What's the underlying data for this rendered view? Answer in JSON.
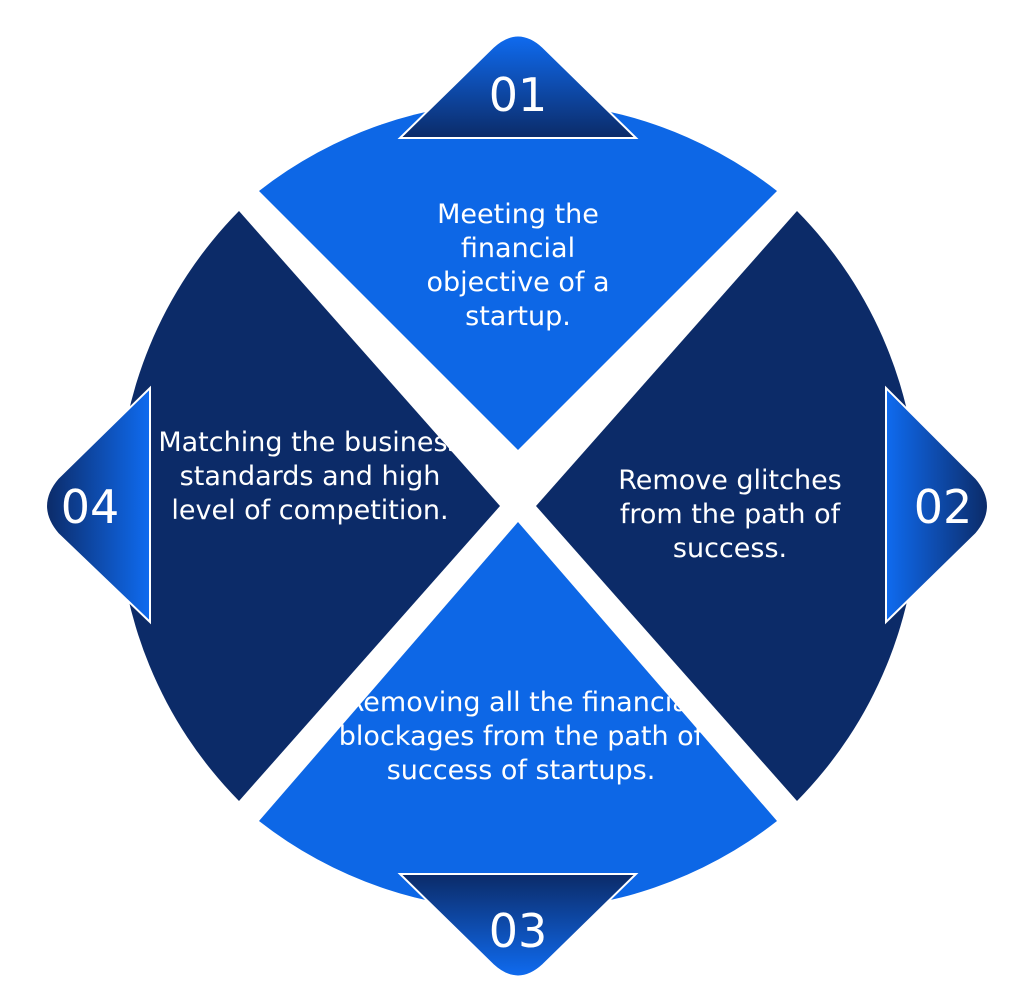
{
  "colors": {
    "light": "#0d67e6",
    "dark": "#0c2b68",
    "badge_top": "#0d67e6",
    "badge_bottom": "#0c2b68",
    "badge_outline": "#ffffff"
  },
  "steps": [
    {
      "number": "01",
      "text": "Meeting the financial objective of a startup."
    },
    {
      "number": "02",
      "text": "Remove glitches from the path of success."
    },
    {
      "number": "03",
      "text": "Removing all the financial blockages from the path of success of startups."
    },
    {
      "number": "04",
      "text": "Matching the business standards and high level of competition."
    }
  ]
}
